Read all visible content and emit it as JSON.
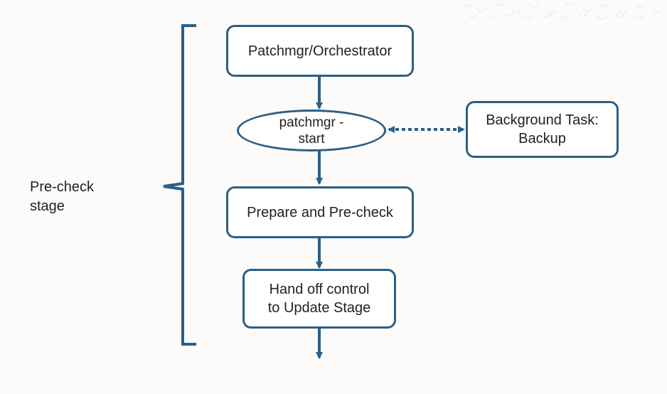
{
  "diagram": {
    "stage_label": "Pre-check\nstage",
    "nodes": {
      "orchestrator": "Patchmgr/Orchestrator",
      "start": "patchmgr -\nstart",
      "background": "Background Task:\nBackup",
      "prepare": "Prepare and Pre-check",
      "handoff": "Hand off control\nto Update Stage"
    },
    "edges": [
      {
        "from": "orchestrator",
        "to": "start",
        "style": "solid"
      },
      {
        "from": "start",
        "to": "background",
        "style": "dotted",
        "bidirectional": true
      },
      {
        "from": "start",
        "to": "prepare",
        "style": "solid"
      },
      {
        "from": "prepare",
        "to": "handoff",
        "style": "solid"
      },
      {
        "from": "handoff",
        "to": "next",
        "style": "solid"
      }
    ],
    "colors": {
      "stroke": "#2b5f86",
      "text": "#222222",
      "background": "#fcfbfa"
    }
  }
}
